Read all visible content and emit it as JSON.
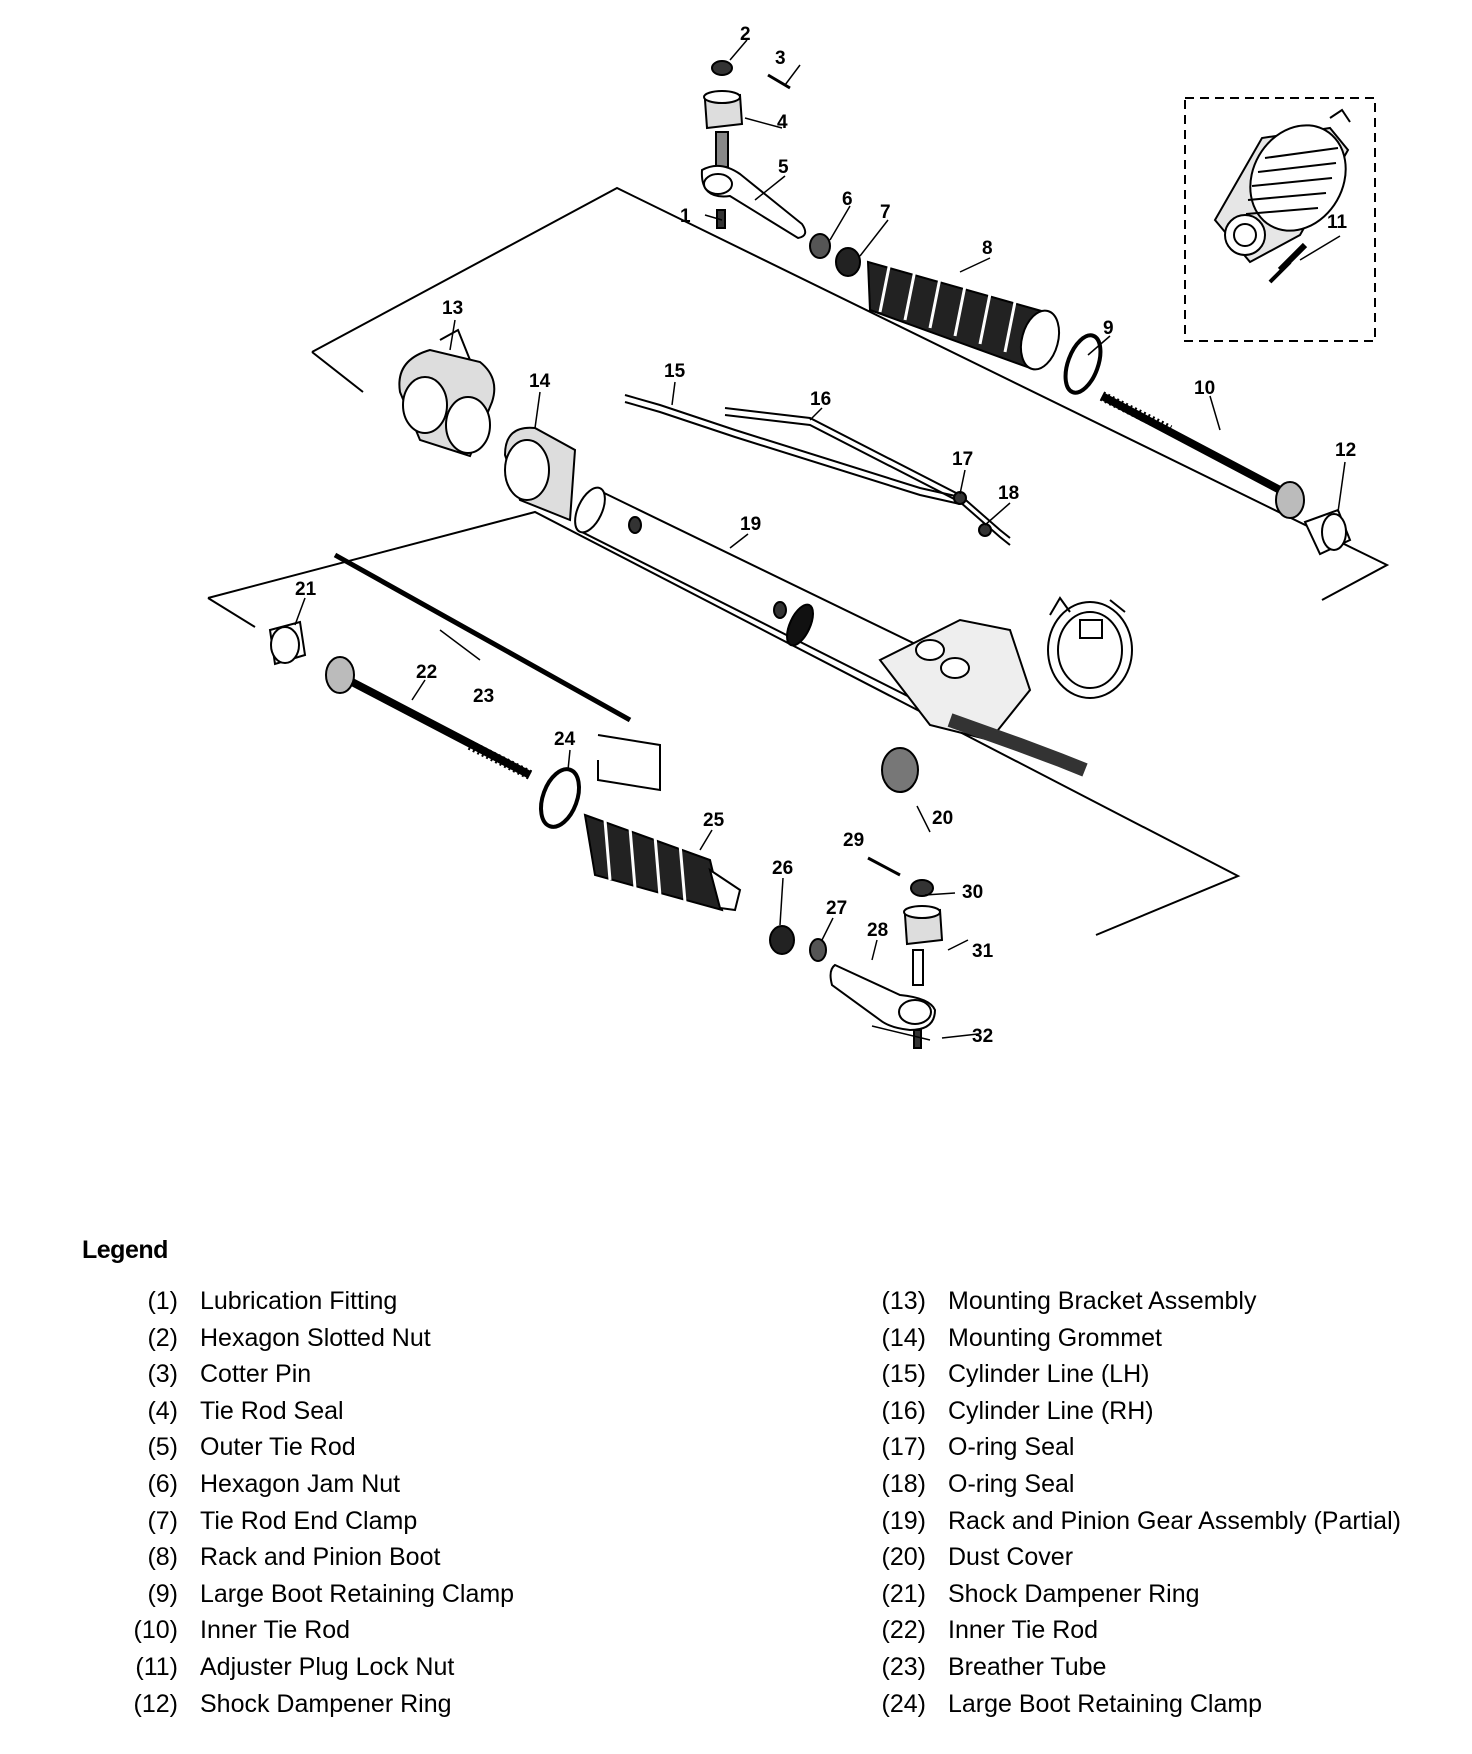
{
  "diagram": {
    "callouts": [
      "1",
      "2",
      "3",
      "4",
      "5",
      "6",
      "7",
      "8",
      "9",
      "10",
      "11",
      "12",
      "13",
      "14",
      "15",
      "16",
      "17",
      "18",
      "19",
      "20",
      "21",
      "22",
      "23",
      "24",
      "25",
      "26",
      "27",
      "28",
      "29",
      "30",
      "31",
      "32"
    ]
  },
  "legend": {
    "title": "Legend",
    "left": [
      {
        "num": "(1)",
        "label": "Lubrication Fitting"
      },
      {
        "num": "(2)",
        "label": "Hexagon Slotted Nut"
      },
      {
        "num": "(3)",
        "label": "Cotter Pin"
      },
      {
        "num": "(4)",
        "label": "Tie Rod Seal"
      },
      {
        "num": "(5)",
        "label": "Outer Tie Rod"
      },
      {
        "num": "(6)",
        "label": "Hexagon Jam Nut"
      },
      {
        "num": "(7)",
        "label": "Tie Rod End Clamp"
      },
      {
        "num": "(8)",
        "label": "Rack and Pinion Boot"
      },
      {
        "num": "(9)",
        "label": "Large Boot Retaining Clamp"
      },
      {
        "num": "(10)",
        "label": "Inner Tie Rod"
      },
      {
        "num": "(11)",
        "label": "Adjuster Plug Lock Nut"
      },
      {
        "num": "(12)",
        "label": "Shock Dampener Ring"
      }
    ],
    "right": [
      {
        "num": "(13)",
        "label": "Mounting Bracket Assembly"
      },
      {
        "num": "(14)",
        "label": "Mounting Grommet"
      },
      {
        "num": "(15)",
        "label": "Cylinder Line (LH)"
      },
      {
        "num": "(16)",
        "label": "Cylinder Line (RH)"
      },
      {
        "num": "(17)",
        "label": "O-ring Seal"
      },
      {
        "num": "(18)",
        "label": "O-ring Seal"
      },
      {
        "num": "(19)",
        "label": "Rack and Pinion Gear Assembly (Partial)"
      },
      {
        "num": "(20)",
        "label": "Dust Cover"
      },
      {
        "num": "(21)",
        "label": "Shock Dampener Ring"
      },
      {
        "num": "(22)",
        "label": "Inner Tie Rod"
      },
      {
        "num": "(23)",
        "label": "Breather Tube"
      },
      {
        "num": "(24)",
        "label": "Large Boot Retaining Clamp"
      }
    ]
  }
}
